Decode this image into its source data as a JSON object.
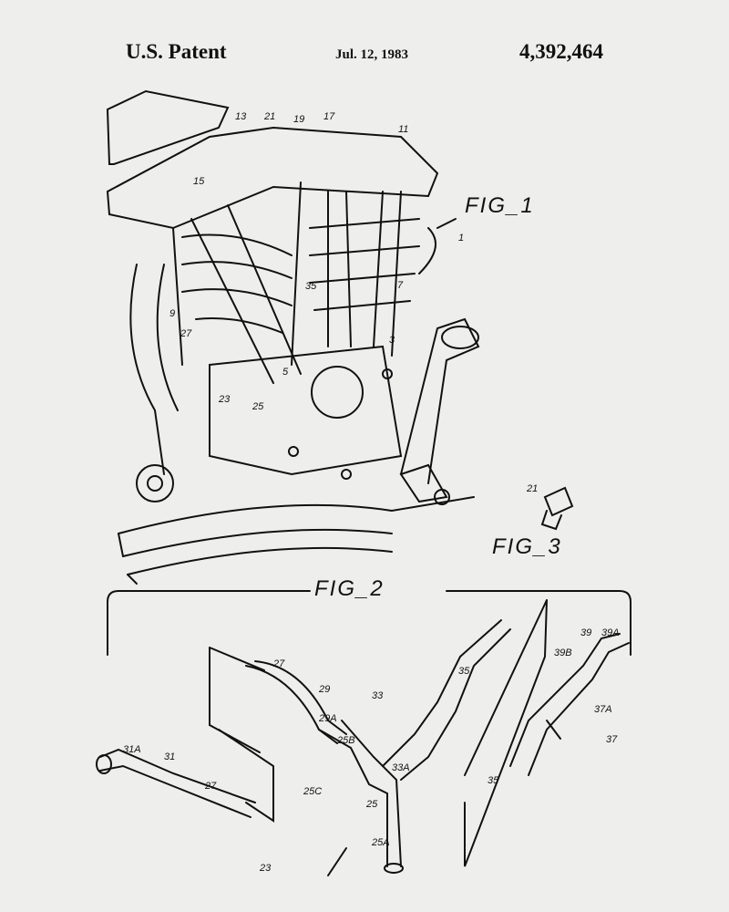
{
  "header": {
    "left": "U.S. Patent",
    "date": "Jul. 12, 1983",
    "number": "4,392,464"
  },
  "figures": {
    "fig1": "FIG_1",
    "fig2": "FIG_2",
    "fig3": "FIG_3"
  },
  "fig1_labels": [
    "13",
    "21",
    "19",
    "17",
    "11",
    "15",
    "1",
    "7",
    "35",
    "9",
    "27",
    "3",
    "23",
    "25",
    "5"
  ],
  "fig3_labels": [
    "21"
  ],
  "fig2_labels": [
    "27",
    "29",
    "29A",
    "33",
    "35",
    "25B",
    "33A",
    "25C",
    "25",
    "25A",
    "23",
    "31A",
    "31",
    "27",
    "39",
    "39A",
    "39B",
    "37A",
    "37",
    "35"
  ]
}
